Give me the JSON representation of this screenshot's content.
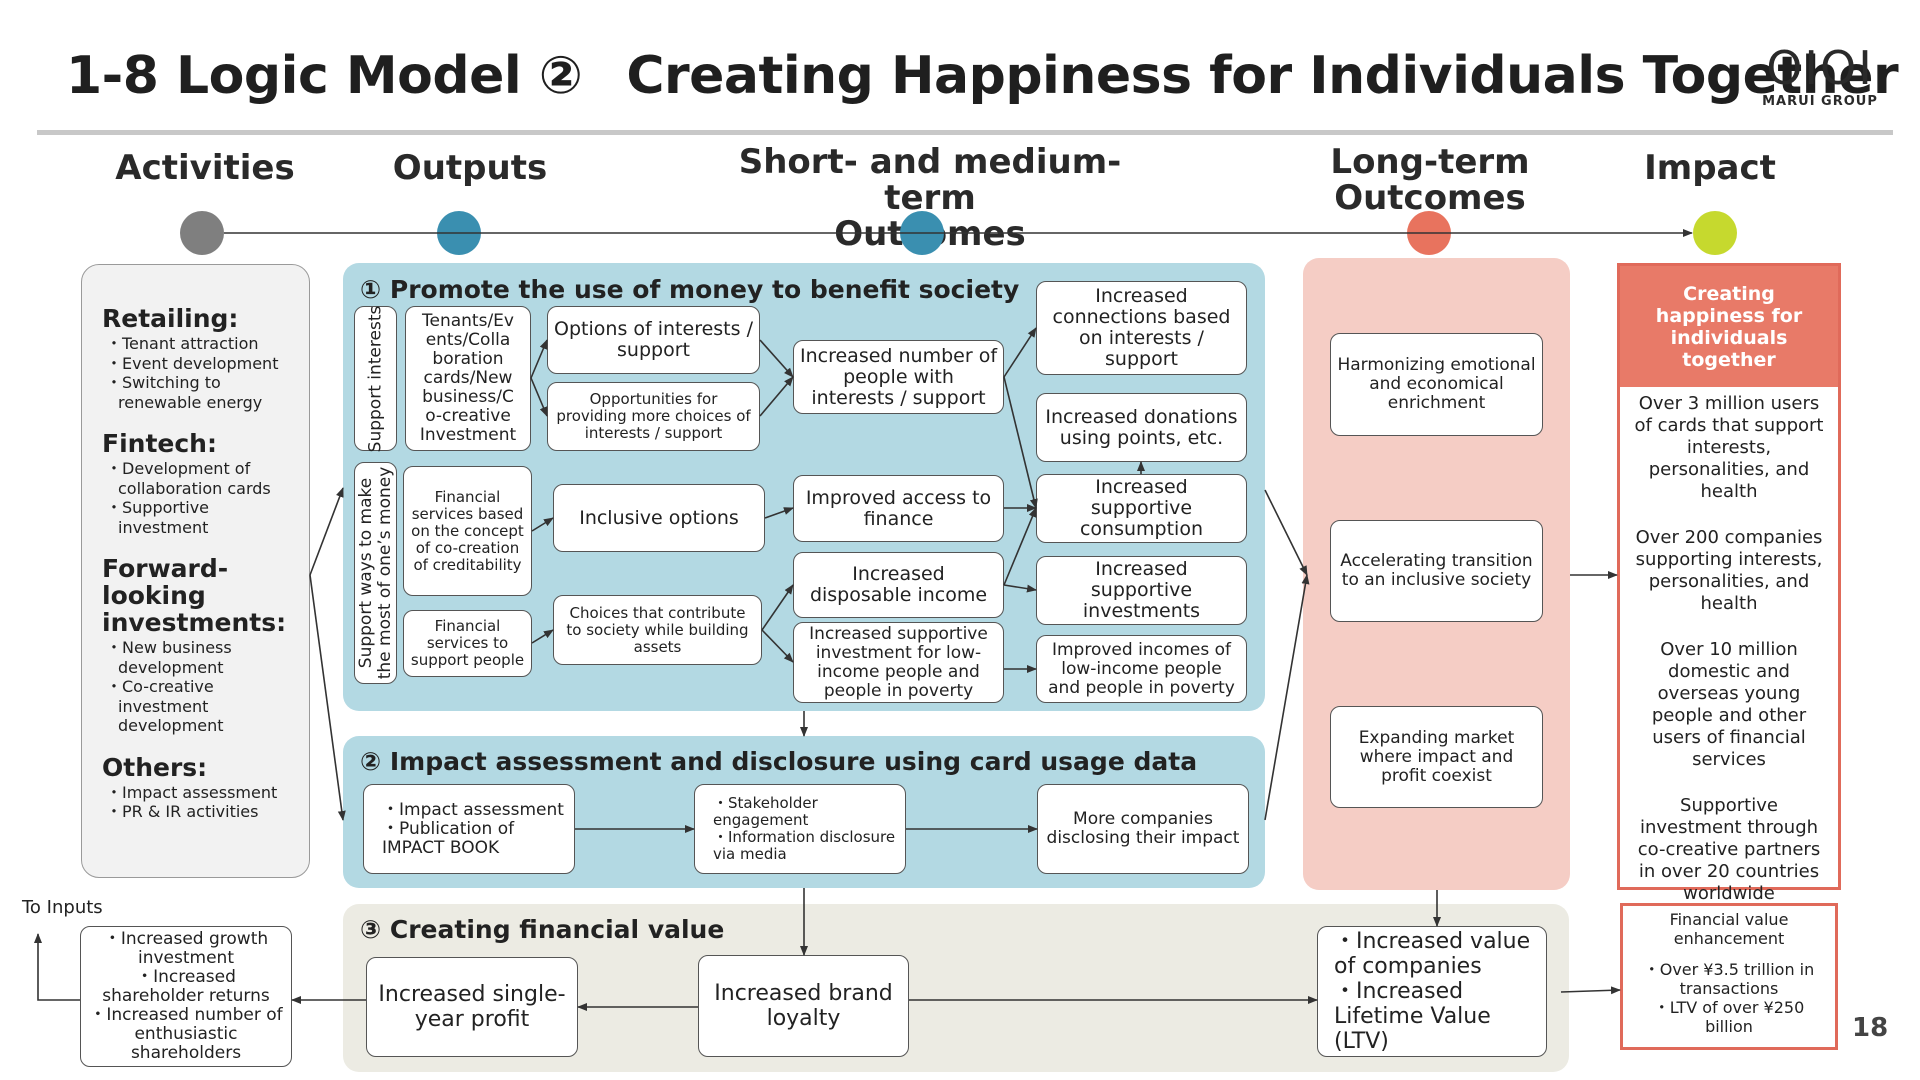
{
  "header": {
    "title_main": "1-8 Logic Model ②",
    "title_sub": "Creating Happiness for Individuals Together",
    "logo_mark": "OIOI",
    "logo_text": "MARUI GROUP"
  },
  "stages": {
    "activities": "Activities",
    "outputs": "Outputs",
    "short_term_1": "Short- and medium-term",
    "short_term_2": "Outcomes",
    "long_term_1": "Long-term",
    "long_term_2": "Outcomes",
    "impact": "Impact"
  },
  "colors": {
    "activities_dot": "#7f7f7f",
    "outputs_dot": "#3a8fb0",
    "short_dot": "#3a8fb0",
    "long_dot": "#e8735e",
    "impact_dot": "#c6d92e",
    "blue_panel": "#b3d9e3",
    "beige_panel": "#ecebe3",
    "pink_panel": "#f5cdc5",
    "impact_border": "#e06a5a"
  },
  "activities": {
    "retailing_head": "Retailing:",
    "retailing_items": [
      "・Tenant attraction",
      "・Event development",
      "・Switching to renewable energy"
    ],
    "fintech_head": "Fintech:",
    "fintech_items": [
      "・Development of collaboration cards",
      "・Supportive investment"
    ],
    "forward_head": "Forward-looking investments:",
    "forward_items": [
      "・New business development",
      "・Co-creative investment development"
    ],
    "others_head": "Others:",
    "others_items": [
      "・Impact assessment",
      "・PR & IR activities"
    ]
  },
  "section1": {
    "title": "① Promote the use of money to benefit society",
    "support_interests": "Support interests",
    "support_money_1": "Support ways to make",
    "support_money_2": "the most of one’s money",
    "tenants": "Tenants/Ev ents/Colla boration cards/New business/C o-creative Investment",
    "options": "Options of interests / support",
    "opportunities": "Opportunities for providing more choices of interests / support",
    "increased_people": "Increased number of people with interests / support",
    "financial_services_concept": "Financial services based on the concept of co-creation of creditability",
    "financial_services_support": "Financial services to support people",
    "inclusive_options": "Inclusive options",
    "choices_assets": "Choices that contribute to society while building assets",
    "improved_access": "Improved access to finance",
    "disposable_income": "Increased disposable income",
    "supportive_investment_low": "Increased supportive investment for low-income people and people in poverty",
    "connections": "Increased connections based on interests / support",
    "donations": "Increased donations using points, etc.",
    "supportive_consumption": "Increased supportive consumption",
    "supportive_investments": "Increased supportive investments",
    "improved_incomes": "Improved incomes of low-income people and people in poverty"
  },
  "section2": {
    "title": "② Impact assessment and disclosure using card usage data",
    "impact_assessment": "・Impact assessment\n・Publication of IMPACT BOOK",
    "stakeholder": "・Stakeholder engagement\n・Information disclosure via media",
    "more_companies": "More companies disclosing their impact"
  },
  "section3": {
    "title": "③ Creating financial value",
    "single_year": "Increased single-year profit",
    "brand_loyalty": "Increased brand loyalty",
    "value_companies": "・Increased value of companies\n・Increased Lifetime Value (LTV)"
  },
  "returns": {
    "to_inputs": "To Inputs",
    "box": "・Increased growth investment\n・Increased shareholder returns\n・Increased number of enthusiastic shareholders"
  },
  "long_term": {
    "harmonizing": "Harmonizing emotional and economical enrichment",
    "accelerating": "Accelerating transition to an inclusive society",
    "expanding": "Expanding market where impact and profit coexist"
  },
  "impact": {
    "head": "Creating happiness for individuals together",
    "items": [
      "Over 3 million users of cards that support interests, personalities, and health",
      "Over 200 companies supporting interests, personalities, and health",
      "Over 10 million domestic and overseas young people and other users of financial services",
      "Supportive investment through co-creative partners in over 20 countries worldwide"
    ],
    "financial_head": "Financial value enhancement",
    "financial_items": "・Over ¥3.5 trillion in transactions\n・LTV of over ¥250 billion"
  },
  "page_number": "18"
}
